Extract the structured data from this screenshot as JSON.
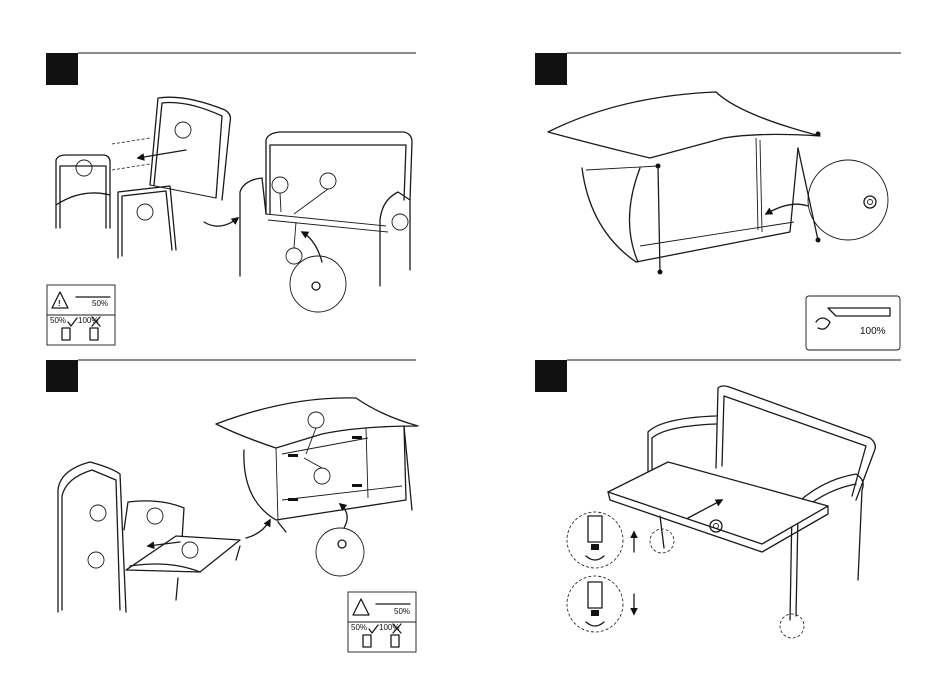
{
  "steps": [
    {
      "id": "step-1",
      "torque_label": "50%",
      "check_label": "50%",
      "cross_label": "100%"
    },
    {
      "id": "step-2",
      "torque_label": "100%"
    },
    {
      "id": "step-3",
      "torque_label": "50%",
      "check_label": "50%",
      "cross_label": "100%"
    },
    {
      "id": "step-4"
    }
  ],
  "colors": {
    "line": "#1a1a1a",
    "step_box": "#111111",
    "background": "#ffffff"
  }
}
